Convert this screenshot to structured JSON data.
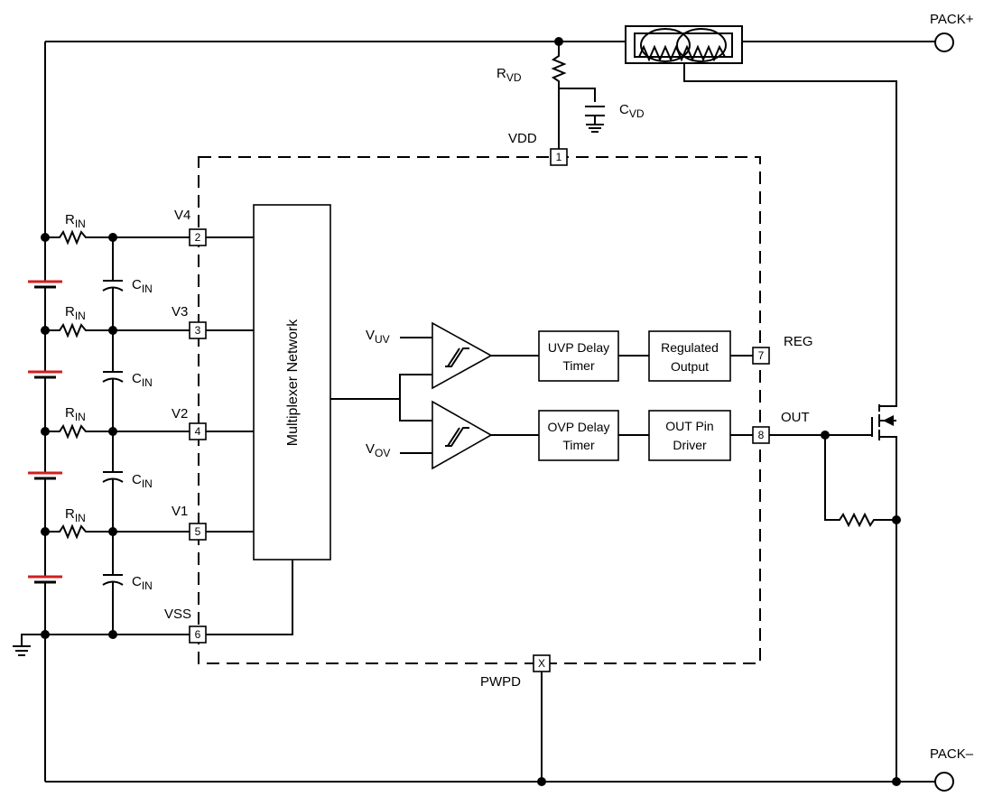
{
  "labels": {
    "pack_plus": "PACK+",
    "pack_minus": "PACK–",
    "vdd": "VDD",
    "reg": "REG",
    "out": "OUT",
    "pwpd": "PWPD",
    "v4": "V4",
    "v3": "V3",
    "v2": "V2",
    "v1": "V1",
    "vss": "VSS",
    "r": "R",
    "c": "C",
    "vd_sub": "VD",
    "in_sub": "IN",
    "v": "V",
    "uv_sub": "UV",
    "ov_sub": "OV"
  },
  "pins": {
    "p1": "1",
    "p2": "2",
    "p3": "3",
    "p4": "4",
    "p5": "5",
    "p6": "6",
    "p7": "7",
    "p8": "8",
    "px": "X"
  },
  "blocks": {
    "mux": "Multiplexer Network",
    "uvp_line1": "UVP Delay",
    "uvp_line2": "Timer",
    "reg_line1": "Regulated",
    "reg_line2": "Output",
    "ovp_line1": "OVP Delay",
    "ovp_line2": "Timer",
    "drv_line1": "OUT Pin",
    "drv_line2": "Driver"
  },
  "colors": {
    "wire": "#000000",
    "cell_positive_plate": "#d11f1f"
  }
}
